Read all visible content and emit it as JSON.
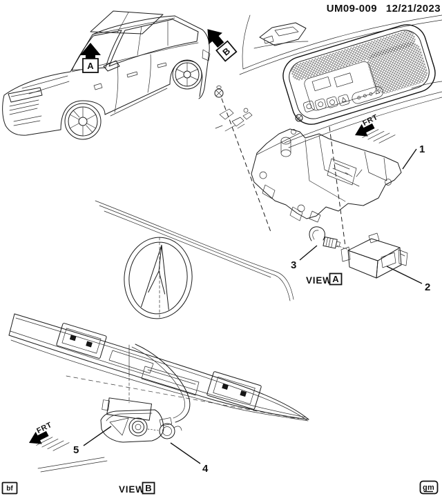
{
  "header": {
    "doc_code": "UM09-009",
    "doc_date": "12/21/2023"
  },
  "callouts": {
    "part1": "1",
    "part2": "2",
    "part3": "3",
    "part4": "4",
    "part5": "5"
  },
  "views": {
    "view_label": "VIEW",
    "view_a_letter": "A",
    "view_b_letter": "B"
  },
  "direction": {
    "frt": "FRT",
    "arrow_a_letter": "A",
    "arrow_b_letter": "B"
  },
  "footer": {
    "left_code": "bf",
    "brand_code": "gm"
  },
  "colors": {
    "line": "#1a1a1a",
    "background": "#ffffff",
    "arrow_fill": "#000000"
  }
}
